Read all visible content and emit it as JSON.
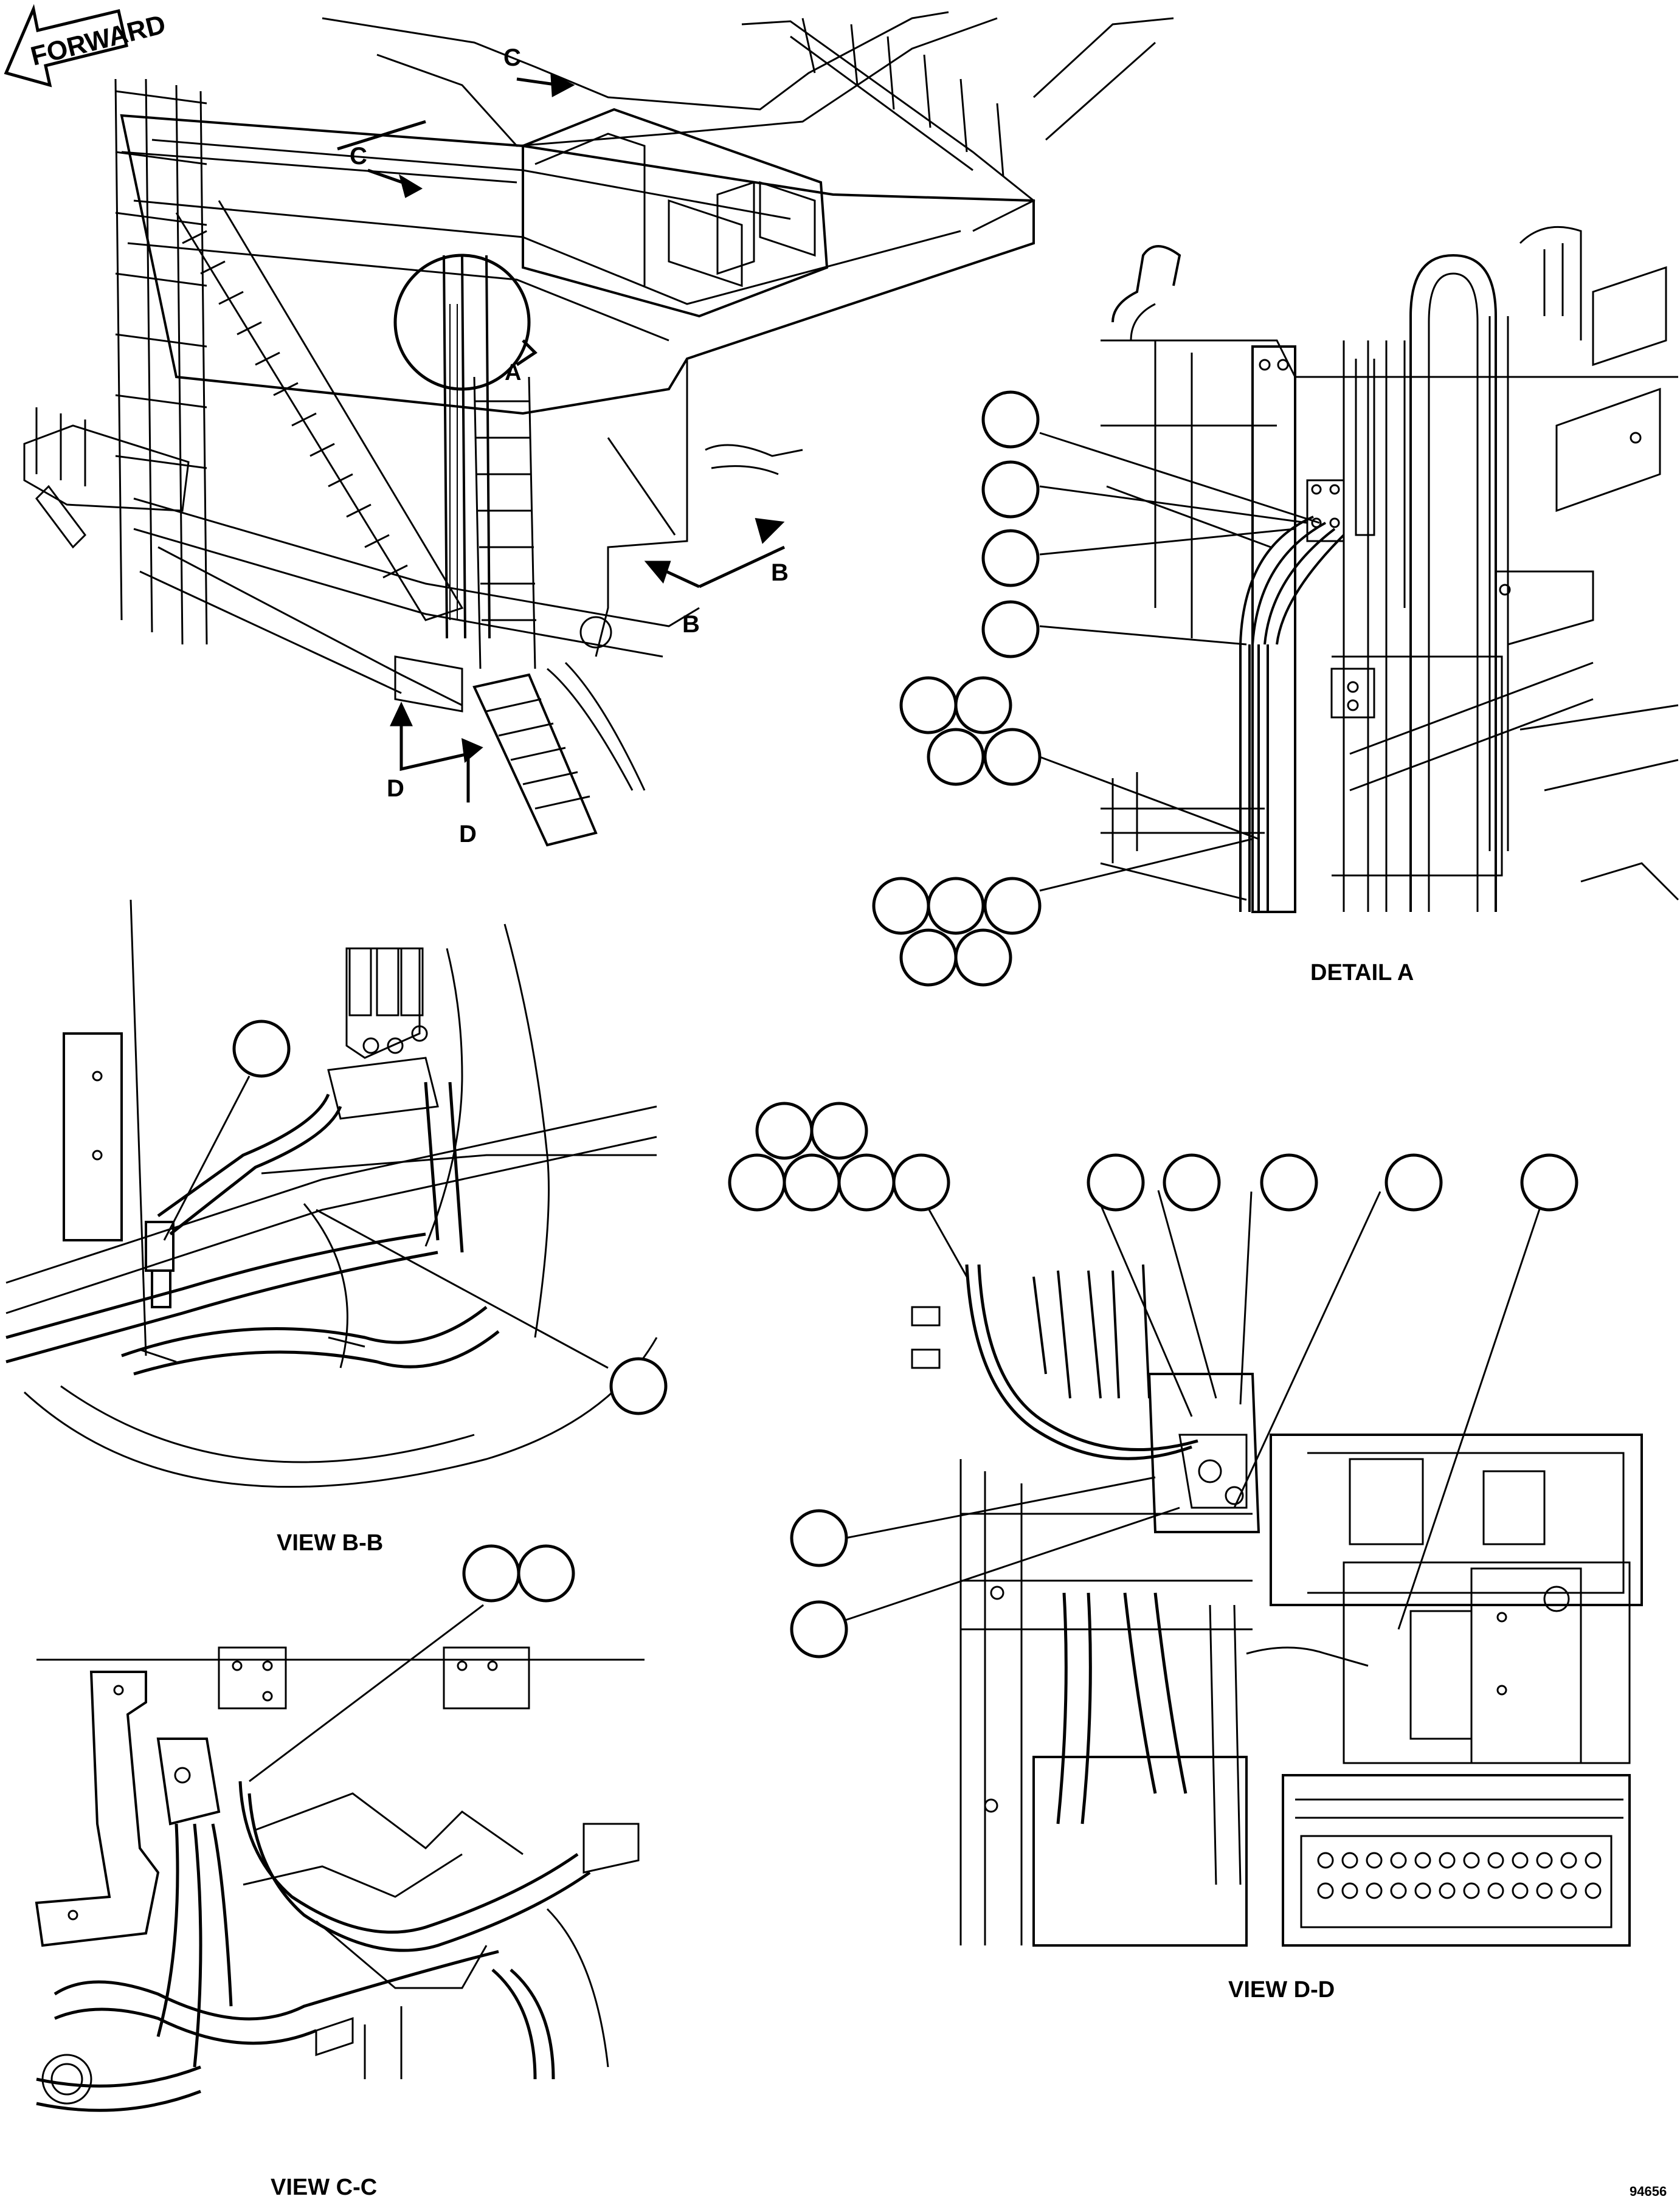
{
  "forward_label": "FORWARD",
  "section_markers": {
    "c": "C",
    "a": "A",
    "b": "B",
    "d": "D"
  },
  "captions": {
    "detail_a": "DETAIL A",
    "view_b": "VIEW B-B",
    "view_c": "VIEW C-C",
    "view_d": "VIEW D-D"
  },
  "figure_id": "94656",
  "colors": {
    "line": "#000000",
    "background": "#ffffff"
  }
}
